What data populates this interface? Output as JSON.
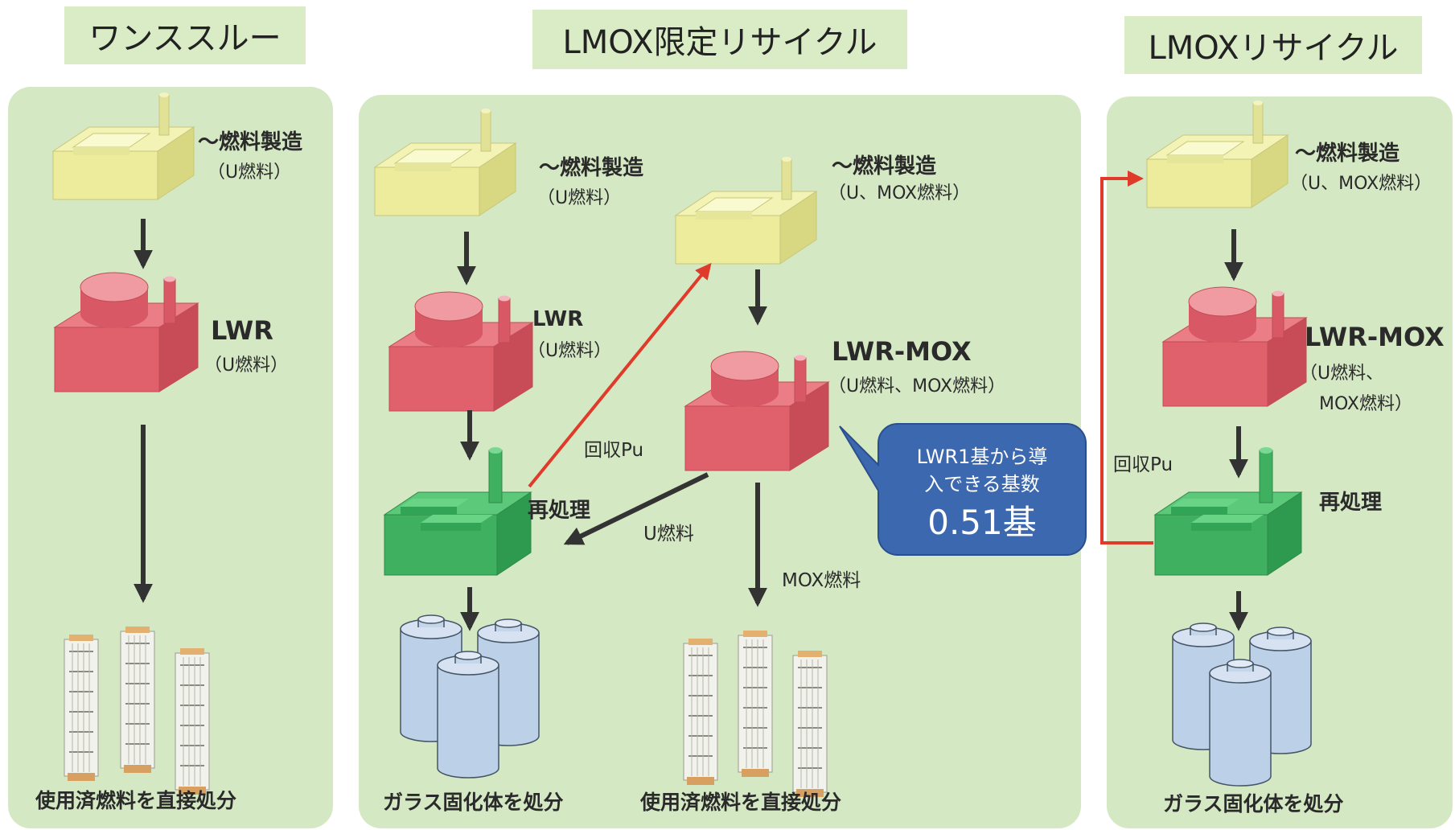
{
  "titles": {
    "once_through": "ワンススルー",
    "lmox_limited": "LMOX限定リサイクル",
    "lmox_recycle": "LMOXリサイクル"
  },
  "panel1": {
    "fab_name": "〜燃料製造",
    "fab_fuel": "（U燃料）",
    "reactor_name": "LWR",
    "reactor_fuel": "（U燃料）",
    "disposal": "使用済燃料を直接処分"
  },
  "panel2": {
    "fab1_name": "〜燃料製造",
    "fab1_fuel": "（U燃料）",
    "fab2_name": "〜燃料製造",
    "fab2_fuel": "（U、MOX燃料）",
    "lwr_name": "LWR",
    "lwr_fuel": "（U燃料）",
    "mox_name": "LWR-MOX",
    "mox_fuel": "（U燃料、MOX燃料）",
    "pu_label": "回収Pu",
    "reprocess": "再処理",
    "u_fuel_label": "U燃料",
    "mox_fuel_label": "MOX燃料",
    "disposal_glass": "ガラス固化体を処分",
    "disposal_direct": "使用済燃料を直接処分",
    "callout_line1": "LWR1基から導",
    "callout_line2": "入できる基数",
    "callout_value": "0.51基"
  },
  "panel3": {
    "fab_name": "〜燃料製造",
    "fab_fuel": "（U、MOX燃料）",
    "mox_name": "LWR-MOX",
    "mox_fuel1": "（U燃料、",
    "mox_fuel2": "MOX燃料）",
    "pu_label": "回収Pu",
    "reprocess": "再処理",
    "disposal_glass": "ガラス固化体を処分"
  },
  "colors": {
    "panel_bg": "#d5e8c4",
    "title_bg": "#d9ecc6",
    "fab_fill": "#ecec9c",
    "reactor_fill": "#e0606c",
    "reprocess_fill": "#3fb060",
    "arrow_dark": "#333333",
    "arrow_red": "#e03a2a",
    "callout_fill": "#3c68b0",
    "canister_fill": "#bcd0e8"
  }
}
